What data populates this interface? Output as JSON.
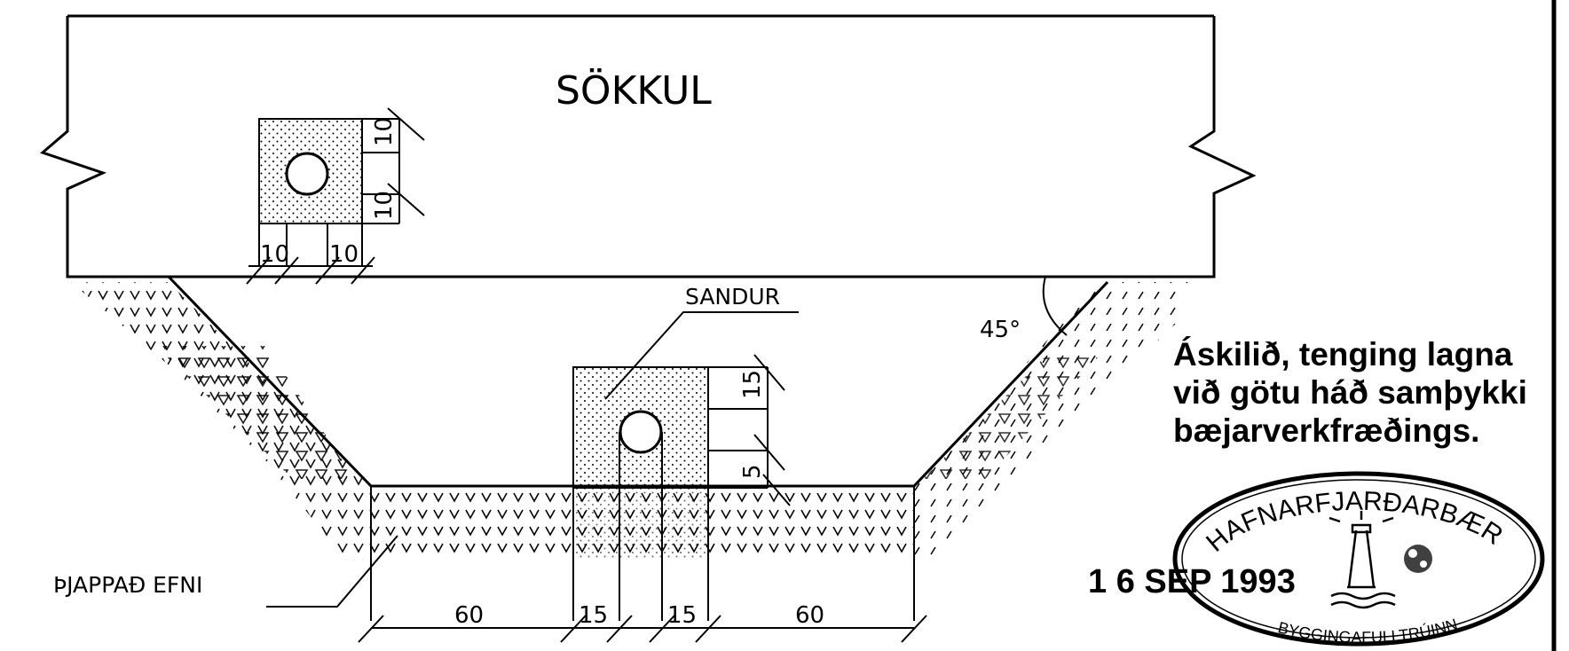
{
  "labels": {
    "sokkul": "SÖKKUL",
    "sandur": "SANDUR",
    "thjappad_efni": "ÞJAPPAÐ EFNI",
    "angle": "45°"
  },
  "dimensions": {
    "upper_pipe_top": "10",
    "upper_pipe_side": "10",
    "upper_pipe_bottom_left": "10",
    "upper_pipe_bottom_right": "10",
    "lower_pipe_top": "15",
    "lower_pipe_bottom": "5",
    "bottom_left": "60",
    "bottom_mid_left": "15",
    "bottom_mid_right": "15",
    "bottom_right": "60"
  },
  "note": {
    "line1": "Áskilið, tenging lagna",
    "line2": "við götu háð samþykki",
    "line3": "bæjarverkfræðings."
  },
  "stamp": {
    "top_text": "HAFNARFJARÐARBÆR",
    "bottom_text": "BYGGINGAFULLTRÚINN",
    "date": "1 6 SEP 1993"
  }
}
